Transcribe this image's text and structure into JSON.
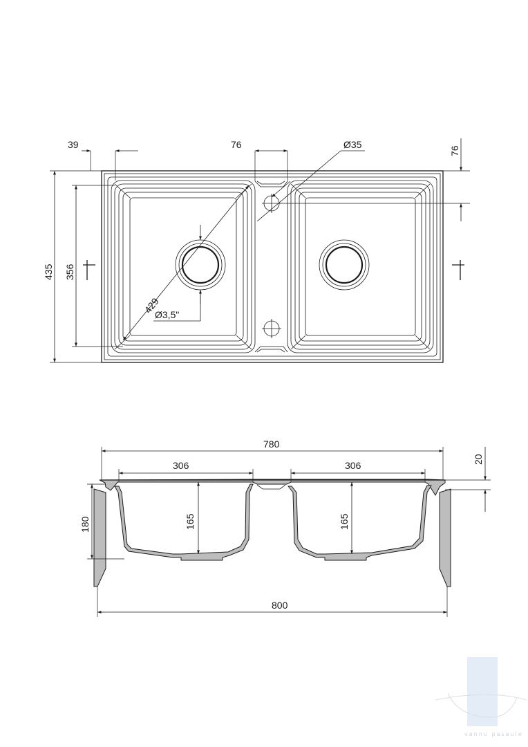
{
  "top_view": {
    "dims": {
      "left_offset": "39",
      "center_gap": "76",
      "tap_hole": "Ø35",
      "right_offset": "76",
      "overall_depth": "435",
      "bowl_depth": "356",
      "diagonal": "429",
      "drain": "Ø3,5\""
    }
  },
  "section_view": {
    "dims": {
      "overall_width_top": "780",
      "bowl_width_left": "306",
      "bowl_width_right": "306",
      "bowl_depth_left": "165",
      "bowl_depth_right": "165",
      "rim_thickness": "20",
      "cabinet_depth": "180",
      "cabinet_width": "800"
    }
  },
  "watermark": {
    "text": "vannu pasaule"
  }
}
